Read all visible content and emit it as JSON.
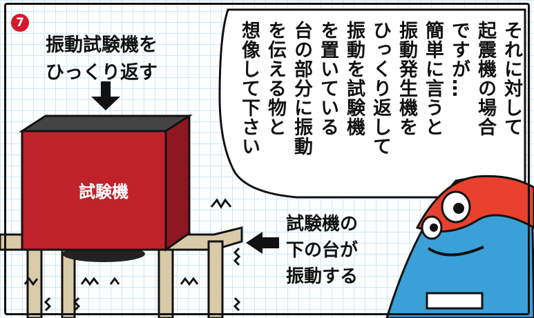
{
  "panel_number": "7",
  "top_caption": [
    "振動試験機を",
    "ひっくり返す"
  ],
  "box_label": "試験機",
  "side_caption": [
    "試験機の",
    "下の台が",
    "振動する"
  ],
  "speech_bubble": [
    "それに対して",
    "起震機の場合",
    "ですが…",
    "簡単に言うと",
    "振動発生機を",
    "ひっくり返して",
    "振動を試験機",
    "を置いている",
    "台の部分に振動",
    "を伝える物と",
    "想像して下さい"
  ],
  "colors": {
    "accent_red": "#d7172a",
    "box_red": "#c0222c",
    "mascot_blue": "#3aa0d8",
    "table_tan": "#d9cba8",
    "grid": "#cfe6f2"
  }
}
